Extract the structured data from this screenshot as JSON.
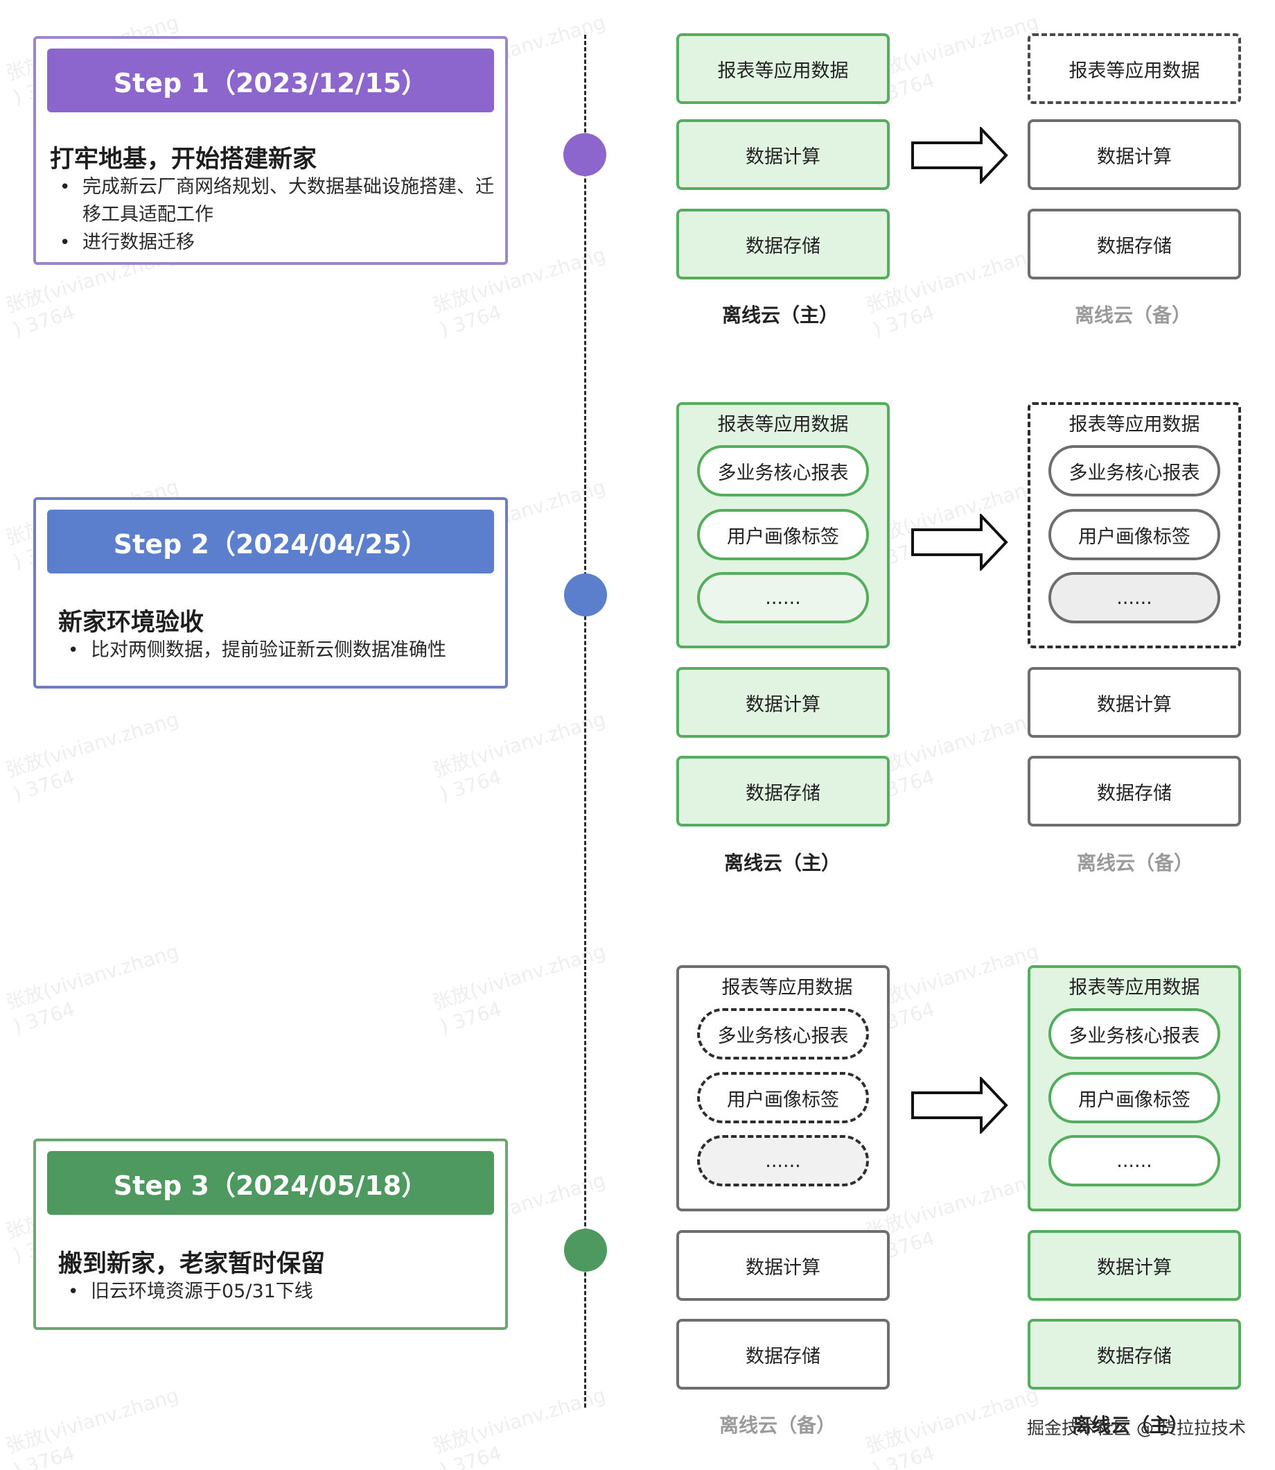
{
  "colors": {
    "step1": "#8c66cc",
    "step2": "#5b7fcd",
    "step3": "#4d9960",
    "green_border": "#55ad5e",
    "green_fill": "#e1f4e2",
    "gray_border": "#6e6e6e"
  },
  "steps": [
    {
      "header": "Step 1（2023/12/15）",
      "title": "打牢地基，开始搭建新家",
      "bullets": [
        "完成新云厂商网络规划、大数据基础设施搭建、迁移工具适配工作",
        "进行数据迁移"
      ]
    },
    {
      "header": "Step 2（2024/04/25）",
      "title": "新家环境验收",
      "bullets": [
        "比对两侧数据，提前验证新云侧数据准确性"
      ]
    },
    {
      "header": "Step 3（2024/05/18）",
      "title": "搬到新家，老家暂时保留",
      "bullets": [
        "旧云环境资源于05/31下线"
      ]
    }
  ],
  "labels": {
    "app_data": "报表等应用数据",
    "compute": "数据计算",
    "storage": "数据存储",
    "core_reports": "多业务核心报表",
    "user_tags": "用户画像标签",
    "ellipsis": "......",
    "offline_primary": "离线云（主）",
    "offline_backup": "离线云（备）"
  },
  "watermark": "张放(vivianv.zhang\n) 3764",
  "credit": "掘金技术社区 @ 货拉拉技术"
}
